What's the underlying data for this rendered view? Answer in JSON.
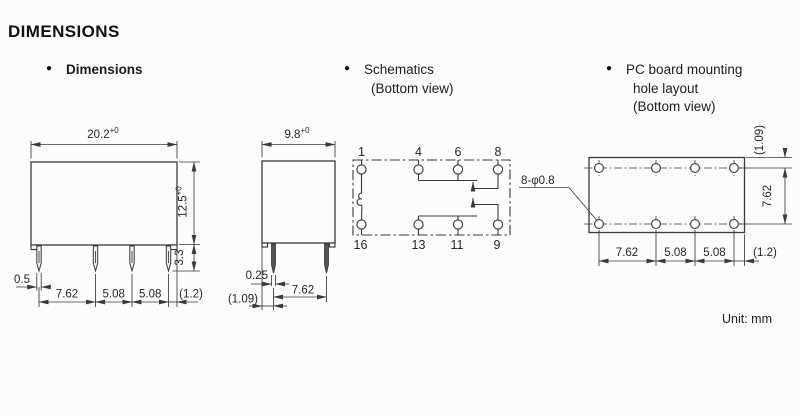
{
  "page": {
    "heading": "DIMENSIONS",
    "unit_note": "Unit: mm"
  },
  "ui": {
    "bullet": "●"
  },
  "sections": {
    "dimensions": {
      "label": "Dimensions"
    },
    "schematics": {
      "label": "Schematics",
      "sublabel": "(Bottom view)"
    },
    "pcb": {
      "line1": "PC board mounting",
      "line2": "hole layout",
      "line3": "(Bottom view)"
    }
  },
  "front_view": {
    "width_value": "20.2",
    "width_tol": "+0",
    "height_value": "12.5",
    "height_tol": "+0",
    "pin_length": "3.3",
    "pin_width": "0.5",
    "pitch_1": "7.62",
    "pitch_2": "5.08",
    "pitch_3": "5.08",
    "edge_offset": "(1.2)"
  },
  "side_view": {
    "width_value": "9.8",
    "width_tol": "+0",
    "pin_thickness": "0.25",
    "edge_offset": "(1.09)",
    "pin_pitch": "7.62"
  },
  "schematic": {
    "pins_top": [
      "1",
      "4",
      "6",
      "8"
    ],
    "pins_bottom": [
      "16",
      "13",
      "11",
      "9"
    ]
  },
  "pcb_layout": {
    "hole_spec": "8-φ0.8",
    "top_offset": "(1.09)",
    "row_pitch": "7.62",
    "pitch_1": "7.62",
    "pitch_2": "5.08",
    "pitch_3": "5.08",
    "edge_offset": "(1.2)"
  }
}
